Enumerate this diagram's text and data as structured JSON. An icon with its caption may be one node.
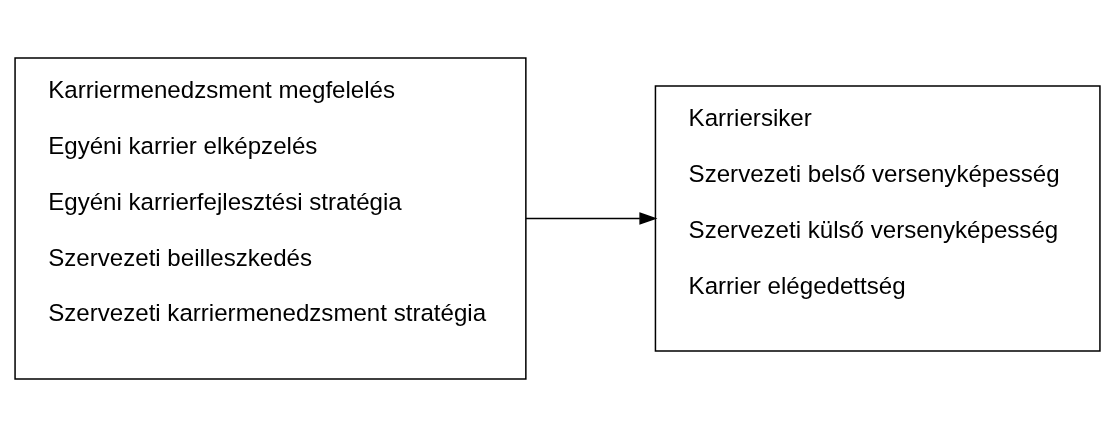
{
  "diagram": {
    "nodes": [
      {
        "text": [
          "Karriermenedzsment megfelelés",
          "Egyéni karrier elképzelés",
          "Egyéni karrierfejlesztési stratégia",
          "Szervezeti beilleszkedés",
          "Szervezeti karriermenedzsment stratégia"
        ]
      },
      {
        "text": [
          "Karriersiker",
          "Szervezeti belső versenyképesség",
          "Szervezeti külső versenyképesség",
          "Karrier elégedettség"
        ]
      }
    ],
    "edges": [
      {
        "from": 0,
        "to": 1,
        "arrow": "to"
      }
    ]
  }
}
